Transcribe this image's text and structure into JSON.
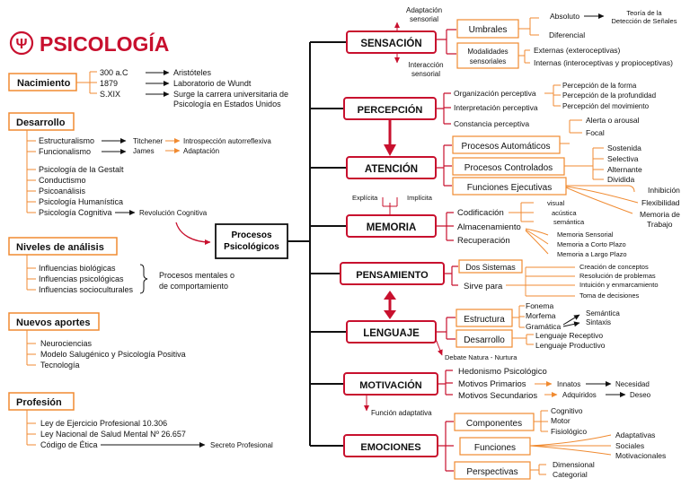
{
  "colors": {
    "red": "#c8102e",
    "orange": "#f08a30",
    "black": "#111111"
  },
  "title": {
    "symbol": "Ψ",
    "text": "PSICOLOGÍA"
  },
  "left": {
    "nacimiento": {
      "header": "Nacimiento",
      "rows": [
        {
          "date": "300 a.C",
          "desc": "Aristóteles"
        },
        {
          "date": "1879",
          "desc": "Laboratorio de Wundt"
        },
        {
          "date": "S.XIX",
          "desc": "Surge la carrera universitaria de",
          "desc2": "Psicología en Estados Unidos"
        }
      ]
    },
    "desarrollo": {
      "header": "Desarrollo",
      "schools": [
        {
          "name": "Estructuralismo",
          "author": "Titchener",
          "note": "Introspección autorreflexiva"
        },
        {
          "name": "Funcionalismo",
          "author": "James",
          "note": "Adaptación"
        }
      ],
      "items": [
        "Psicología de la Gestalt",
        "Conductismo",
        "Psicoanálisis",
        "Psicología Humanística",
        "Psicología Cognitiva"
      ],
      "cognitive_note": "Revolución Cognitiva"
    },
    "niveles": {
      "header": "Niveles de análisis",
      "items": [
        "Influencias biológicas",
        "Influencias psicológicas",
        "Influencias socioculturales"
      ],
      "note1": "Procesos mentales o",
      "note2": "de comportamiento"
    },
    "nuevos": {
      "header": "Nuevos aportes",
      "items": [
        "Neurociencias",
        "Modelo Salugénico y Psicología Positiva",
        "Tecnología"
      ]
    },
    "profesion": {
      "header": "Profesión",
      "items": [
        "Ley de Ejercicio Profesional 10.306",
        "Ley Nacional de Salud Mental Nº 26.657",
        "Código de Ética"
      ],
      "note": "Secreto Profesional"
    }
  },
  "center": {
    "line1": "Procesos",
    "line2": "Psicológicos"
  },
  "right": {
    "sensacion": {
      "label": "SENSACIÓN",
      "above1": "Adaptación",
      "above2": "sensorial",
      "below1": "Interacción",
      "below2": "sensorial",
      "umbrales": "Umbrales",
      "absoluto": "Absoluto",
      "teoria1": "Teoría de la",
      "teoria2": "Detección de Señales",
      "diferencial": "Diferencial",
      "modalidades1": "Modalidades",
      "modalidades2": "sensoriales",
      "externas": "Externas (exteroceptivas)",
      "internas": "Internas (interoceptivas y propioceptivas)"
    },
    "percepcion": {
      "label": "PERCEPCIÓN",
      "items": [
        "Organización perceptiva",
        "Interpretación perceptiva",
        "Constancia perceptiva"
      ],
      "sub": [
        "Percepción de la forma",
        "Percepción de la profundidad",
        "Percepción del movimiento"
      ]
    },
    "atencion": {
      "label": "ATENCIÓN",
      "boxes": [
        "Procesos Automáticos",
        "Procesos Controlados",
        "Funciones Ejecutivas"
      ],
      "auto_sub": [
        "Alerta o arousal",
        "Focal"
      ],
      "ctrl_sub": [
        "Sostenida",
        "Selectiva",
        "Alternante",
        "Dividida"
      ],
      "exec_sub": [
        "Inhibición",
        "Flexibilidad",
        "Memoria de",
        "Trabajo"
      ],
      "explicita": "Explícita",
      "implicita": "Implícita"
    },
    "memoria": {
      "label": "MEMORIA",
      "items": [
        "Codificación",
        "Almacenamiento",
        "Recuperación"
      ],
      "cod_sub": [
        "visual",
        "acústica",
        "semántica"
      ],
      "alm_sub": [
        "Memoria Sensorial",
        "Memoria a Corto Plazo",
        "Memoria a Largo Plazo"
      ]
    },
    "pensamiento": {
      "label": "PENSAMIENTO",
      "sistemas": "Dos Sistemas",
      "sirve": "Sirve para",
      "sub": [
        "Creación de conceptos",
        "Resolución de problemas",
        "Intuición y enmarcamiento",
        "Toma de decisiones"
      ]
    },
    "lenguaje": {
      "label": "LENGUAJE",
      "estructura": "Estructura",
      "desarrollo": "Desarrollo",
      "est_sub": [
        "Fonema",
        "Morfema",
        "Gramática"
      ],
      "gram_sub": [
        "Semántica",
        "Sintaxis"
      ],
      "des_sub": [
        "Lenguaje Receptivo",
        "Lenguaje Productivo"
      ],
      "debate": "Debate Natura - Nurtura"
    },
    "motivacion": {
      "label": "MOTIVACIÓN",
      "items": [
        "Hedonismo Psicológico",
        "Motivos Primarios",
        "Motivos Secundarios"
      ],
      "innatos": "Innatos",
      "necesidad": "Necesidad",
      "adquiridos": "Adquiridos",
      "deseo": "Deseo",
      "funcion": "Función adaptativa"
    },
    "emociones": {
      "label": "EMOCIONES",
      "boxes": [
        "Componentes",
        "Funciones",
        "Perspectivas"
      ],
      "comp_sub": [
        "Cognitivo",
        "Motor",
        "Fisiológico"
      ],
      "func_sub": [
        "Adaptativas",
        "Sociales",
        "Motivacionales"
      ],
      "persp_sub": [
        "Dimensional",
        "Categorial"
      ]
    }
  }
}
